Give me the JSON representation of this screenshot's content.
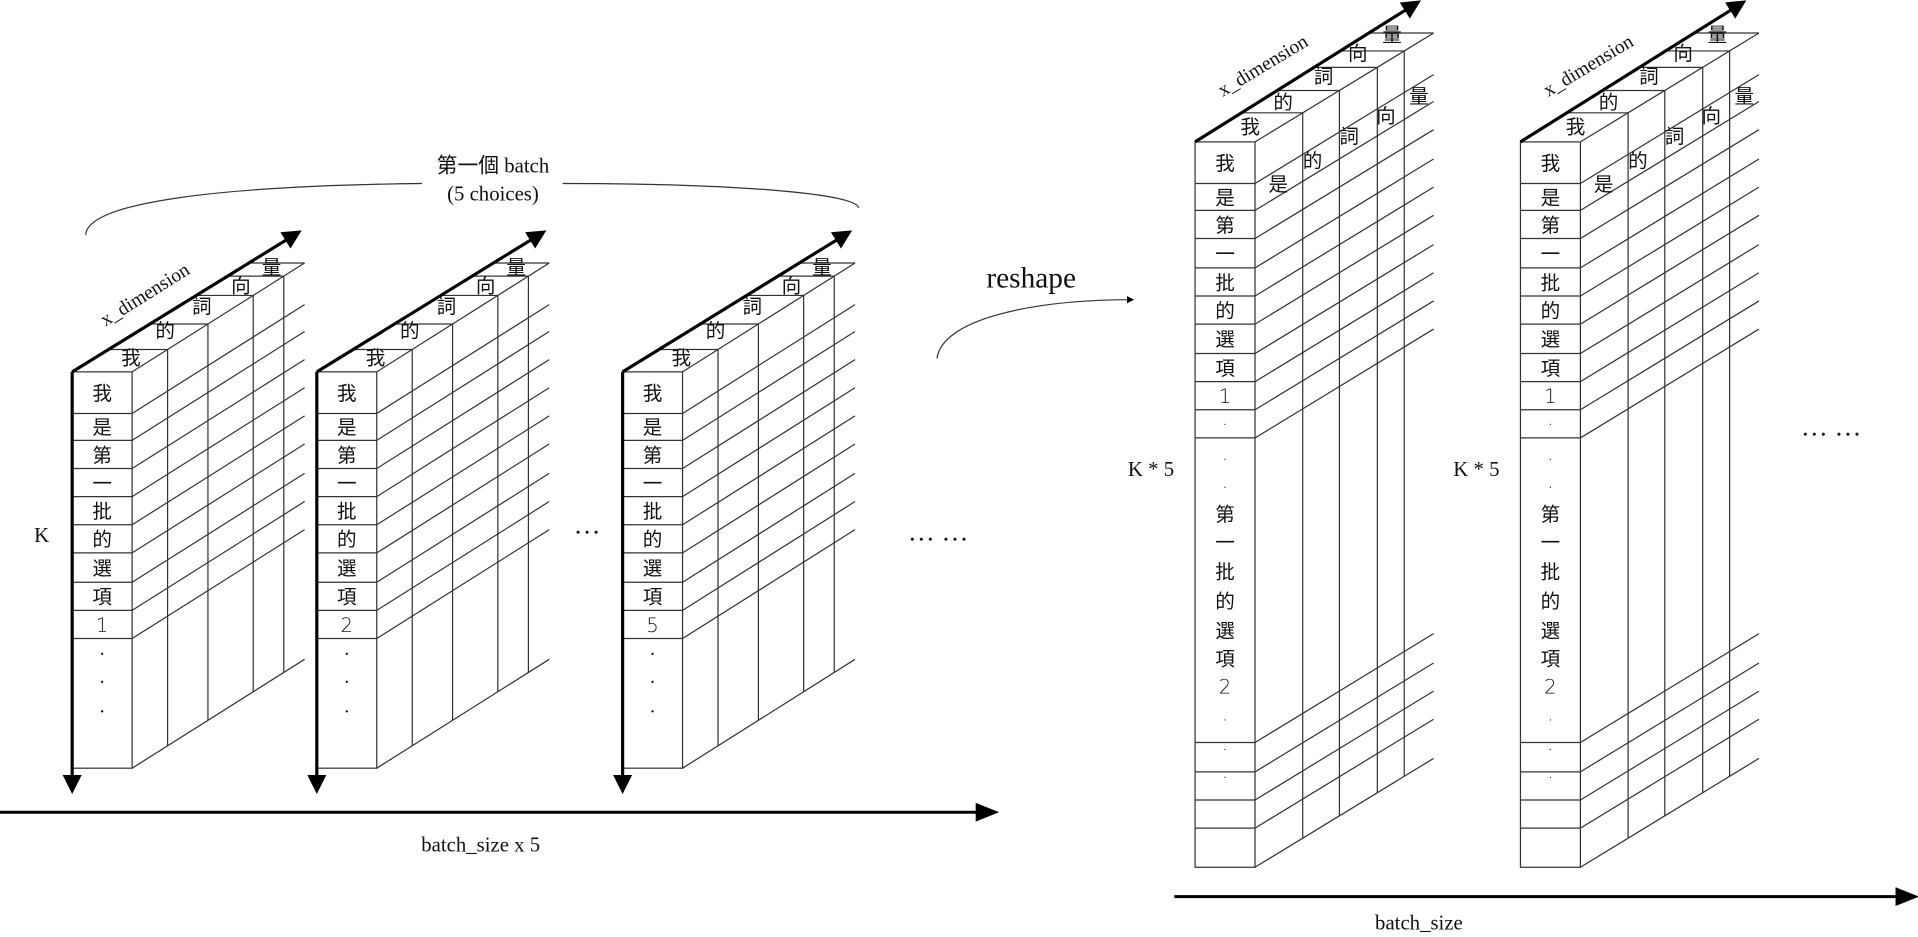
{
  "brace_label": {
    "line1": "第一個 batch",
    "line2": "(5 choices)"
  },
  "reshape_label": "reshape",
  "axes": {
    "x_dimension": "x_dimension",
    "k_label": "K",
    "left_axis_label": "batch_size x 5",
    "right_k_label": "K * 5",
    "right_axis_label": "batch_size"
  },
  "ellipsis_short": "…",
  "ellipsis_long": "… …",
  "top_cells": [
    "我",
    "的",
    "詞",
    "向",
    "量"
  ],
  "side_cells": [
    "是",
    "的",
    "詞",
    "向",
    "量"
  ],
  "left_dots": [
    "·",
    "·",
    "·"
  ],
  "left_blocks": [
    {
      "rows": [
        "我",
        "是",
        "第",
        "一",
        "批",
        "的",
        "選",
        "項",
        "1"
      ]
    },
    {
      "rows": [
        "我",
        "是",
        "第",
        "一",
        "批",
        "的",
        "選",
        "項",
        "2"
      ]
    },
    {
      "rows": [
        "我",
        "是",
        "第",
        "一",
        "批",
        "的",
        "選",
        "項",
        "5"
      ]
    }
  ],
  "right_blocks": [
    {
      "rows_top": [
        "我",
        "是",
        "第",
        "一",
        "批",
        "的",
        "選",
        "項",
        "1",
        "·"
      ],
      "rows_mid": [
        "·",
        "·",
        "第",
        "一",
        "批",
        "的",
        "選",
        "項",
        "2",
        "·"
      ],
      "rows_bottom": [
        "·",
        "·"
      ]
    },
    {
      "rows_top": [
        "我",
        "是",
        "第",
        "一",
        "批",
        "的",
        "選",
        "項",
        "1",
        "·"
      ],
      "rows_mid": [
        "·",
        "·",
        "第",
        "一",
        "批",
        "的",
        "選",
        "項",
        "2",
        "·"
      ],
      "rows_bottom": [
        "·",
        "·"
      ]
    }
  ]
}
